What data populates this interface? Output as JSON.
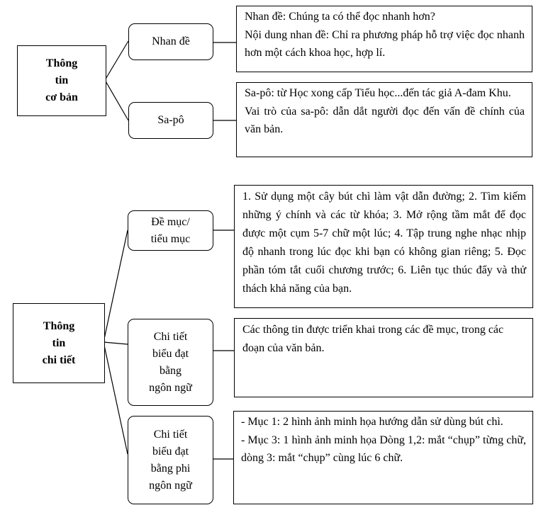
{
  "basic": {
    "root": [
      "Thông",
      "tin",
      "cơ bản"
    ],
    "title_node": "Nhan đề",
    "title_detail": [
      "Nhan đề: Chúng ta có thể đọc nhanh hơn?",
      "Nội dung nhan đề: Chỉ ra phương pháp hỗ trợ việc đọc nhanh hơn một cách khoa học, hợp lí."
    ],
    "sapo_node": "Sa-pô",
    "sapo_detail": [
      "Sa-pô: từ Học xong cấp Tiểu học...đến tác giả A-đam Khu.",
      "Vai trò của sa-pô: dẫn dắt người đọc đến vấn đề chính của văn bản."
    ]
  },
  "detailed": {
    "root": [
      "Thông",
      "tin",
      "chi tiết"
    ],
    "headings_node": [
      "Đề mục/",
      "tiểu mục"
    ],
    "headings_detail": "1. Sử dụng một cây bút chì làm vật dẫn đường; 2. Tìm kiếm những ý chính và các từ khóa; 3. Mở rộng tầm mắt để đọc được một cụm 5-7 chữ một lúc; 4. Tập trung nghe nhạc nhịp độ nhanh trong lúc đọc khi bạn có không gian riêng; 5. Đọc phần tóm tắt cuối chương trước; 6. Liên tục thúc đẩy và thử thách khả năng của bạn.",
    "verbal_node": [
      "Chi tiết",
      "biểu đạt",
      "bằng",
      "ngôn ngữ"
    ],
    "verbal_detail": "Các thông tin được triển khai trong các đề mục, trong các đoạn của văn bản.",
    "nonverbal_node": [
      "Chi tiết",
      "biểu đạt",
      "bằng phi",
      "ngôn ngữ"
    ],
    "nonverbal_detail": [
      "- Mục 1: 2 hình ảnh minh họa hướng dẫn sử dùng bút chì.",
      "- Mục 3: 1 hình ảnh minh họa Dòng 1,2: mắt “chụp” từng chữ, dòng 3: mắt “chụp” cùng lúc 6 chữ."
    ]
  }
}
